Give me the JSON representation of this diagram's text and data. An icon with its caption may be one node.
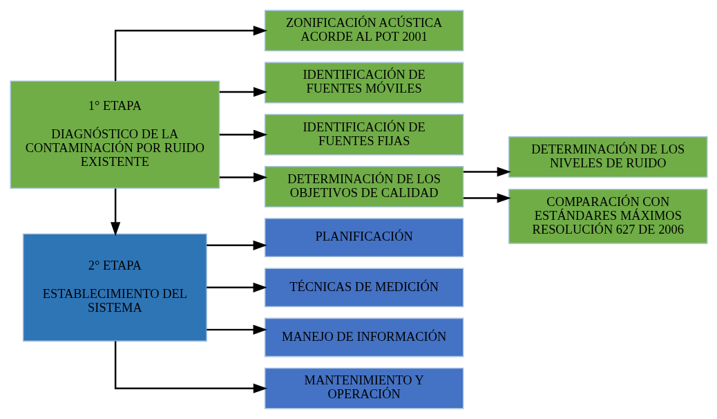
{
  "diagram": {
    "nodes": [
      {
        "text": [
          "1° ETAPA",
          "DIAGNÓSTICO DE LA CONTAMINACIÓN POR RUIDO EXISTENTE"
        ]
      },
      {
        "text": [
          "ZONIFICACIÓN ACÚSTICA ACORDE AL POT 2001"
        ]
      },
      {
        "text": [
          "IDENTIFICACIÓN DE FUENTES MÓVILES"
        ]
      },
      {
        "text": [
          "IDENTIFICACIÓN DE FUENTES FIJAS"
        ]
      },
      {
        "text": [
          "DETERMINACIÓN DE LOS OBJETIVOS DE CALIDAD"
        ]
      },
      {
        "text": [
          "DETERMINACIÓN DE LOS NIVELES DE RUIDO"
        ]
      },
      {
        "text": [
          "COMPARACIÓN CON ESTÁNDARES MÁXIMOS RESOLUCIÓN 627 DE 2006"
        ]
      },
      {
        "text": [
          "2° ETAPA",
          "ESTABLECIMIENTO DEL SISTEMA"
        ]
      },
      {
        "text": [
          "PLANIFICACIÓN"
        ]
      },
      {
        "text": [
          "TÉCNICAS DE MEDICIÓN"
        ]
      },
      {
        "text": [
          "MANEJO DE INFORMACIÓN"
        ]
      },
      {
        "text": [
          "MANTENIMIENTO Y OPERACIÓN"
        ]
      }
    ],
    "edges": [
      {
        "from": 0,
        "to": 1,
        "arrow": "to"
      },
      {
        "from": 0,
        "to": 2,
        "arrow": "to"
      },
      {
        "from": 0,
        "to": 3,
        "arrow": "to"
      },
      {
        "from": 0,
        "to": 4,
        "arrow": "to"
      },
      {
        "from": 4,
        "to": 5,
        "arrow": "to"
      },
      {
        "from": 4,
        "to": 6,
        "arrow": "to"
      },
      {
        "from": 0,
        "to": 7,
        "arrow": "to"
      },
      {
        "from": 7,
        "to": 8,
        "arrow": "to"
      },
      {
        "from": 7,
        "to": 9,
        "arrow": "to"
      },
      {
        "from": 7,
        "to": 10,
        "arrow": "to"
      },
      {
        "from": 7,
        "to": 11,
        "arrow": "to"
      }
    ]
  }
}
